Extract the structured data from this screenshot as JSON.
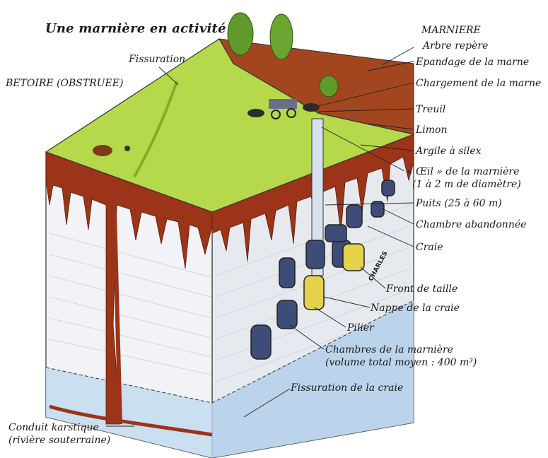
{
  "title": "Une marnière en activité",
  "signature": "CHARLES",
  "labels": {
    "marniere": "MARNIERE",
    "arbre_repere": "Arbre repère",
    "epandage": "Epandage de la marne",
    "chargement": "Chargement de la marne",
    "treuil": "Treuil",
    "limon": "Limon",
    "argile": "Argile à silex",
    "oeil_line1": "« Œil » de la marnière",
    "oeil_line2": "(1 à 2 m de diamètre)",
    "puits": "Puits (25 à 60 m)",
    "chambre_abandonnee": "Chambre abandonnée",
    "craie": "Craie",
    "front_taille": "Front de taille",
    "nappe": "Nappe de la craie",
    "pilier": "Pilier",
    "chambres_line1": "Chambres de la marnière",
    "chambres_line2": "(volume total moyen : 400 m³)",
    "fissuration_craie": "Fissuration de la craie",
    "fissuration": "Fissuration",
    "betoire": "BETOIRE (OBSTRUEE)",
    "conduit_line1": "Conduit karstique",
    "conduit_line2": "(rivière souterraine)"
  },
  "colors": {
    "grass": "#b5d94a",
    "grass_dark": "#7fae2c",
    "clay": "#9b3418",
    "chalk": "#eef0f3",
    "chalk_shade": "#d7dde4",
    "water": "#bcd6ec",
    "cavity": "#3e4d78",
    "lit_cavity": "#e3d24a"
  }
}
